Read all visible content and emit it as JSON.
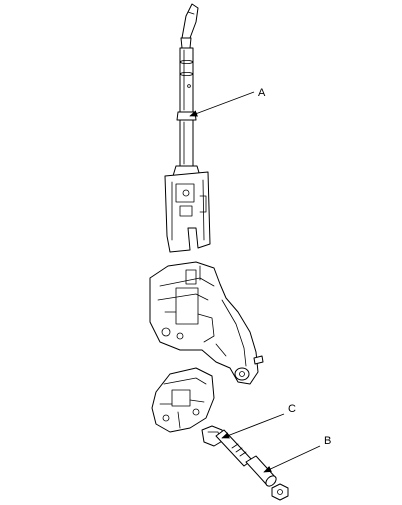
{
  "callouts": [
    {
      "id": "A",
      "label": "A"
    },
    {
      "id": "B",
      "label": "B"
    },
    {
      "id": "C",
      "label": "C"
    }
  ],
  "colors": {
    "line": "#000000",
    "background": "#ffffff"
  }
}
